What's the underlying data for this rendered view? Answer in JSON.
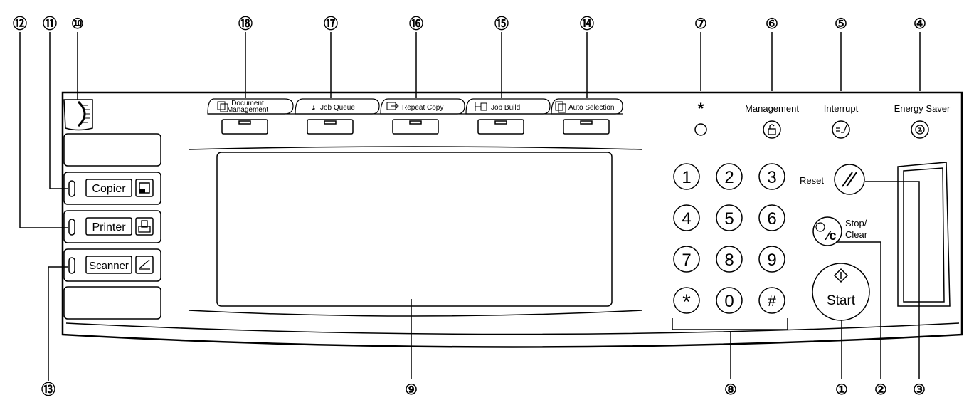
{
  "callouts": {
    "c1": "①",
    "c2": "②",
    "c3": "③",
    "c4": "④",
    "c5": "⑤",
    "c6": "⑥",
    "c7": "⑦",
    "c8": "⑧",
    "c9": "⑨",
    "c10": "⑩",
    "c11": "⑪",
    "c12": "⑫",
    "c13": "⑬",
    "c14": "⑭",
    "c15": "⑮",
    "c16": "⑯",
    "c17": "⑰",
    "c18": "⑱"
  },
  "function_buttons": {
    "document_management_line1": "Document",
    "document_management_line2": "Management",
    "job_queue": "Job Queue",
    "repeat_copy": "Repeat Copy",
    "job_build": "Job Build",
    "auto_selection": "Auto Selection"
  },
  "modes": {
    "copier": "Copier",
    "printer": "Printer",
    "scanner": "Scanner"
  },
  "top_keys": {
    "asterisk": "*",
    "management": "Management",
    "interrupt": "Interrupt",
    "energy_saver": "Energy Saver"
  },
  "keypad": {
    "k1": "1",
    "k2": "2",
    "k3": "3",
    "k4": "4",
    "k5": "5",
    "k6": "6",
    "k7": "7",
    "k8": "8",
    "k9": "9",
    "k_star": "*",
    "k0": "0",
    "k_hash": "#"
  },
  "control_keys": {
    "reset": "Reset",
    "stop_line1": "Stop/",
    "stop_line2": "Clear",
    "stop_symbol": "⁄c",
    "start": "Start"
  }
}
